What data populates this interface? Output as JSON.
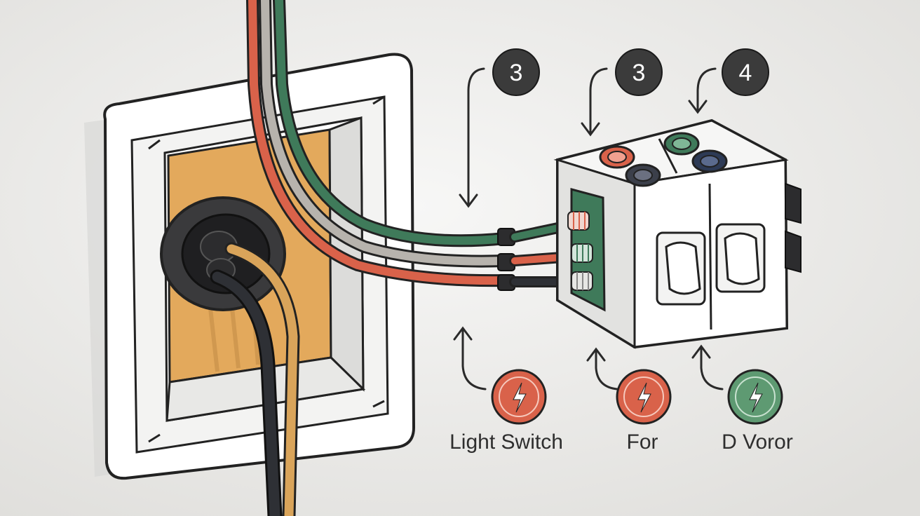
{
  "steps": [
    {
      "label": "3"
    },
    {
      "label": "3"
    },
    {
      "label": "4"
    }
  ],
  "captions": [
    {
      "label": "Light Switch",
      "icon": "lightning-bolt-icon",
      "color": "#d9624a"
    },
    {
      "label": "For",
      "icon": "lightning-bolt-icon",
      "color": "#d9624a"
    },
    {
      "label": "D Voror",
      "icon": "lightning-bolt-icon",
      "color": "#5e9a72"
    }
  ],
  "wires": {
    "red": "#d9624a",
    "green": "#3f7a5a",
    "grey": "#b7b3ad",
    "black": "#2e3035",
    "tan": "#d9a45a"
  },
  "colors": {
    "background": "#ececea",
    "box_fill": "#e3a95c",
    "outline": "#222222",
    "badge": "#3b3b3b"
  }
}
